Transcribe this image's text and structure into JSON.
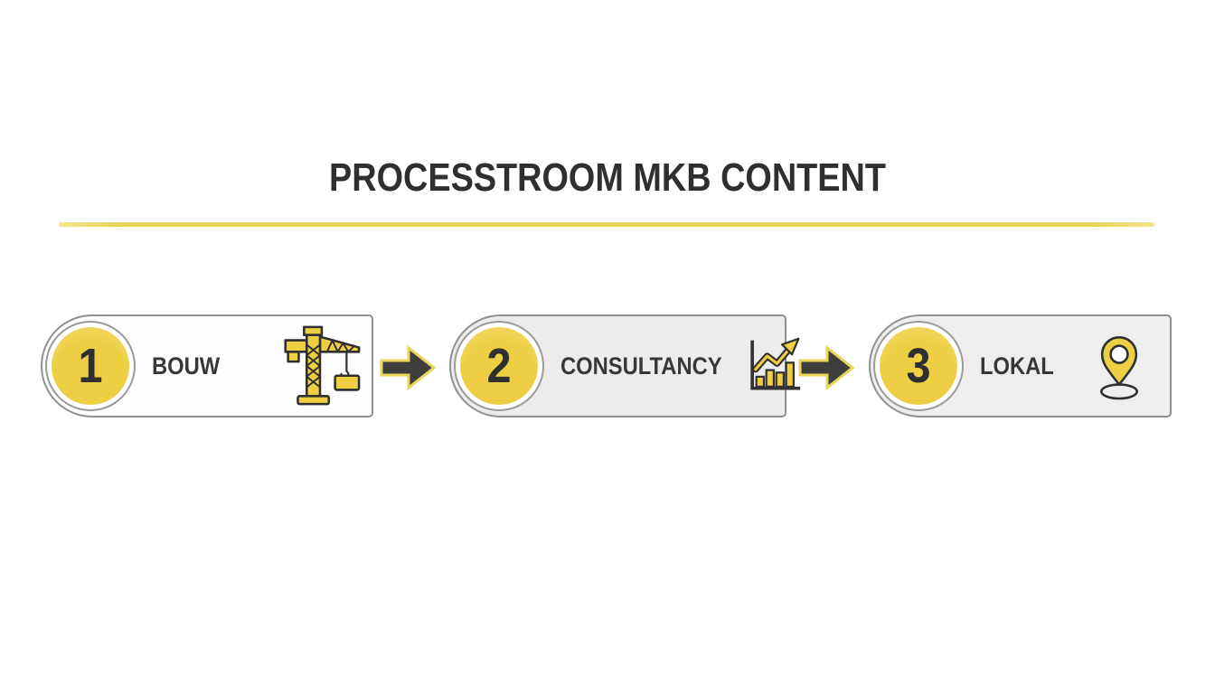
{
  "title": "PROCESSTROOM MKB CONTENT",
  "colors": {
    "accent_yellow": "#EECF43",
    "divider_yellow": "#E7D354",
    "dark_text": "#2F2F2F",
    "arrow_dark": "#3E3E3E",
    "card_border": "#909090",
    "card1_bg": "#FDFDFD",
    "card2_bg": "#ECECEC",
    "card3_bg": "#EEEEEE"
  },
  "steps": [
    {
      "number": "1",
      "label": "BOUW",
      "icon": "crane-icon"
    },
    {
      "number": "2",
      "label": "CONSULTANCY",
      "icon": "bar-chart-growth-icon"
    },
    {
      "number": "3",
      "label": "LOKAL",
      "icon": "location-pin-icon"
    }
  ],
  "connector": {
    "icon": "arrow-right-icon"
  }
}
